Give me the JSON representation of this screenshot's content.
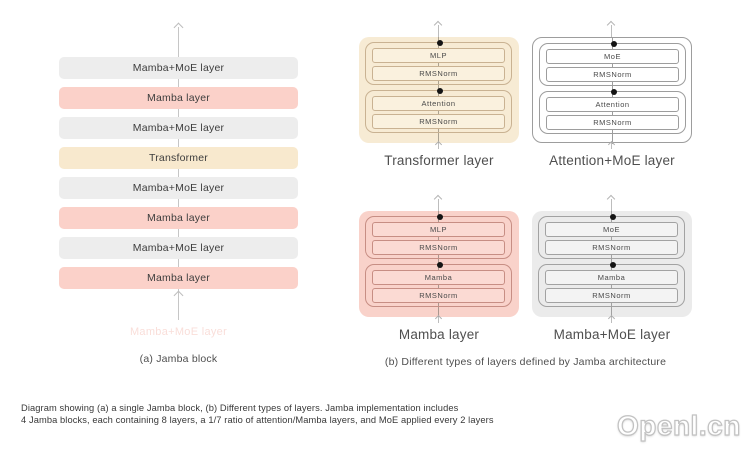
{
  "watermark": "Openl.cn",
  "colors": {
    "row_gray": "#ededed",
    "row_pink": "#fbd1c9",
    "row_tan": "#f8e9ce",
    "container_tan": "#f7ebd4",
    "container_pink": "#f9d2ca",
    "container_gray": "#ebebeb",
    "container_white": "#ffffff",
    "dot_black": "#141414",
    "line_gray": "#c6c6c6"
  },
  "jamba_block": {
    "caption": "(a) Jamba block",
    "faded_label": "Mamba+MoE layer",
    "rows": [
      {
        "label": "Mamba+MoE layer"
      },
      {
        "label": "Mamba layer"
      },
      {
        "label": "Mamba+MoE layer"
      },
      {
        "label": "Transformer"
      },
      {
        "label": "Mamba+MoE layer"
      },
      {
        "label": "Mamba layer"
      },
      {
        "label": "Mamba+MoE layer"
      },
      {
        "label": "Mamba layer"
      }
    ]
  },
  "layer_types": {
    "caption": "(b) Different types of layers defined by Jamba architecture",
    "diagrams": [
      {
        "title": "Transformer layer",
        "top_boxes": [
          "MLP",
          "RMSNorm"
        ],
        "bottom_boxes": [
          "Attention",
          "RMSNorm"
        ]
      },
      {
        "title": "Attention+MoE layer",
        "top_boxes": [
          "MoE",
          "RMSNorm"
        ],
        "bottom_boxes": [
          "Attention",
          "RMSNorm"
        ]
      },
      {
        "title": "Mamba layer",
        "top_boxes": [
          "MLP",
          "RMSNorm"
        ],
        "bottom_boxes": [
          "Mamba",
          "RMSNorm"
        ]
      },
      {
        "title": "Mamba+MoE layer",
        "top_boxes": [
          "MoE",
          "RMSNorm"
        ],
        "bottom_boxes": [
          "Mamba",
          "RMSNorm"
        ]
      }
    ]
  },
  "footer": {
    "line1": "Diagram showing (a) a single Jamba block, (b) Different types of layers. Jamba implementation includes",
    "line2": "4 Jamba blocks, each containing 8 layers, a 1/7 ratio of attention/Mamba layers, and MoE applied every 2 layers"
  }
}
